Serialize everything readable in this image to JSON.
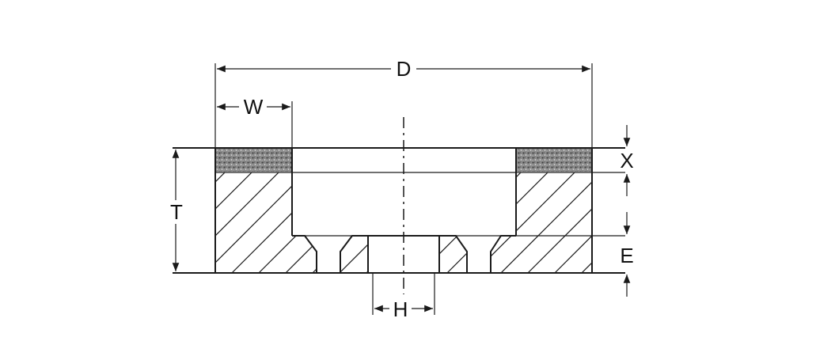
{
  "labels": {
    "D": "D",
    "W": "W",
    "T": "T",
    "X": "X",
    "E": "E",
    "H": "H"
  },
  "colors": {
    "line": "#1a1a1a",
    "abrasive": "#6e6e6e",
    "background": "#ffffff"
  }
}
